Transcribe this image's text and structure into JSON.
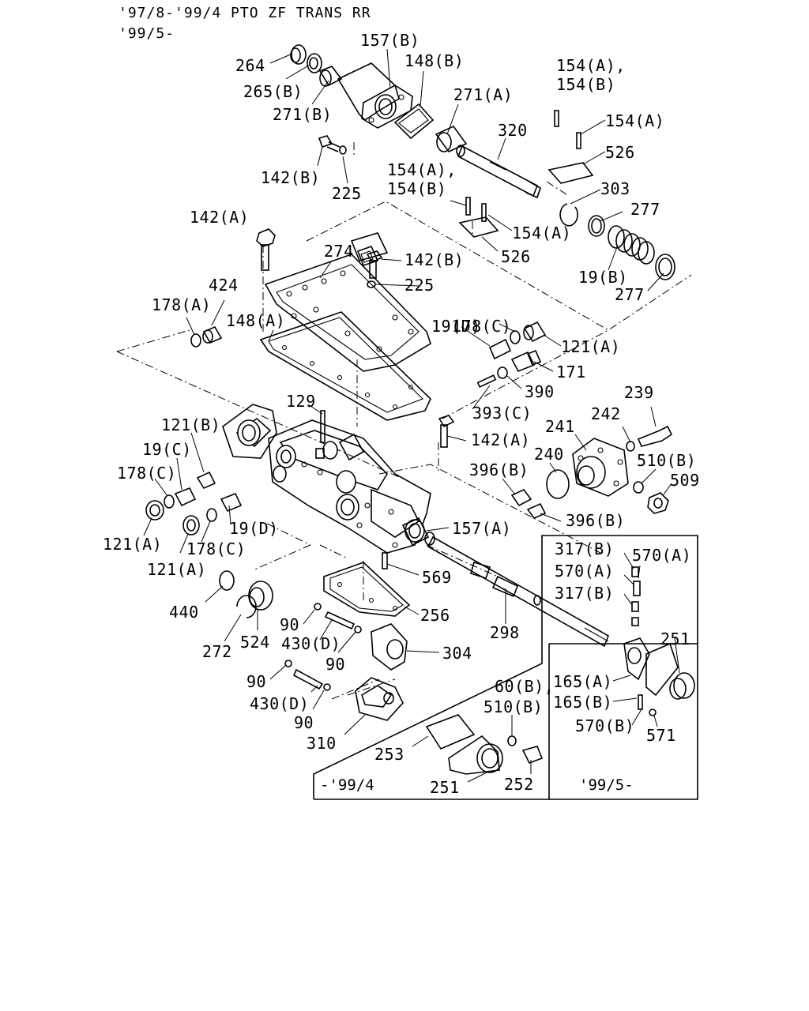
{
  "header": {
    "line1": "'97/8-'99/4 PTO ZF TRANS RR",
    "line2": "'99/5-"
  },
  "variants": {
    "left_box": "-'99/4",
    "right_box": "'99/5-"
  },
  "labels": [
    {
      "id": "264",
      "text": "264"
    },
    {
      "id": "265b",
      "text": "265(B)"
    },
    {
      "id": "271b",
      "text": "271(B)"
    },
    {
      "id": "157b",
      "text": "157(B)"
    },
    {
      "id": "148b",
      "text": "148(B)"
    },
    {
      "id": "271a",
      "text": "271(A)"
    },
    {
      "id": "154ab-top",
      "text": "154(A),"
    },
    {
      "id": "154b-top",
      "text": "154(B)"
    },
    {
      "id": "154a-top",
      "text": "154(A)"
    },
    {
      "id": "320",
      "text": "320"
    },
    {
      "id": "526-top",
      "text": "526"
    },
    {
      "id": "142b-top",
      "text": "142(B)"
    },
    {
      "id": "225-top",
      "text": "225"
    },
    {
      "id": "154ab-mid",
      "text": "154(A),"
    },
    {
      "id": "154b-mid",
      "text": "154(B)"
    },
    {
      "id": "303",
      "text": "303"
    },
    {
      "id": "277-top",
      "text": "277"
    },
    {
      "id": "154a-mid",
      "text": "154(A)"
    },
    {
      "id": "526-mid",
      "text": "526"
    },
    {
      "id": "19b",
      "text": "19(B)"
    },
    {
      "id": "277-bot",
      "text": "277"
    },
    {
      "id": "142a-top",
      "text": "142(A)"
    },
    {
      "id": "274",
      "text": "274"
    },
    {
      "id": "142b-mid",
      "text": "142(B)"
    },
    {
      "id": "225-mid",
      "text": "225"
    },
    {
      "id": "424",
      "text": "424"
    },
    {
      "id": "178a",
      "text": "178(A)"
    },
    {
      "id": "148a",
      "text": "148(A)"
    },
    {
      "id": "178c-top",
      "text": "178(C)"
    },
    {
      "id": "19d-top",
      "text": "19(D)"
    },
    {
      "id": "121a-right",
      "text": "121(A)"
    },
    {
      "id": "171",
      "text": "171"
    },
    {
      "id": "390",
      "text": "390"
    },
    {
      "id": "393c",
      "text": "393(C)"
    },
    {
      "id": "129",
      "text": "129"
    },
    {
      "id": "121b",
      "text": "121(B)"
    },
    {
      "id": "19c",
      "text": "19(C)"
    },
    {
      "id": "178c-left",
      "text": "178(C)"
    },
    {
      "id": "142a-mid",
      "text": "142(A)"
    },
    {
      "id": "239",
      "text": "239"
    },
    {
      "id": "242",
      "text": "242"
    },
    {
      "id": "241",
      "text": "241"
    },
    {
      "id": "240",
      "text": "240"
    },
    {
      "id": "510b-right",
      "text": "510(B)"
    },
    {
      "id": "509",
      "text": "509"
    },
    {
      "id": "396b-top",
      "text": "396(B)"
    },
    {
      "id": "396b-bot",
      "text": "396(B)"
    },
    {
      "id": "157a",
      "text": "157(A)"
    },
    {
      "id": "121a-left",
      "text": "121(A)"
    },
    {
      "id": "19d-bot",
      "text": "19(D)"
    },
    {
      "id": "178c-bot",
      "text": "178(C)"
    },
    {
      "id": "121a-bot",
      "text": "121(A)"
    },
    {
      "id": "569",
      "text": "569"
    },
    {
      "id": "317b-1",
      "text": "317(B)"
    },
    {
      "id": "570a-1",
      "text": "570(A)"
    },
    {
      "id": "570a-2",
      "text": "570(A)"
    },
    {
      "id": "317b-2",
      "text": "317(B)"
    },
    {
      "id": "440",
      "text": "440"
    },
    {
      "id": "256",
      "text": "256"
    },
    {
      "id": "90-1",
      "text": "90"
    },
    {
      "id": "272",
      "text": "272"
    },
    {
      "id": "524",
      "text": "524"
    },
    {
      "id": "430d-top",
      "text": "430(D)"
    },
    {
      "id": "90-2",
      "text": "90"
    },
    {
      "id": "298",
      "text": "298"
    },
    {
      "id": "304",
      "text": "304"
    },
    {
      "id": "251-right",
      "text": "251"
    },
    {
      "id": "90-3",
      "text": "90"
    },
    {
      "id": "430d-bot",
      "text": "430(D)"
    },
    {
      "id": "90-4",
      "text": "90"
    },
    {
      "id": "60b",
      "text": "60(B),"
    },
    {
      "id": "510b-bot",
      "text": "510(B)"
    },
    {
      "id": "165a",
      "text": "165(A)"
    },
    {
      "id": "165b",
      "text": "165(B)"
    },
    {
      "id": "570b",
      "text": "570(B)"
    },
    {
      "id": "571",
      "text": "571"
    },
    {
      "id": "310",
      "text": "310"
    },
    {
      "id": "253",
      "text": "253"
    },
    {
      "id": "251-bot",
      "text": "251"
    },
    {
      "id": "252",
      "text": "252"
    }
  ]
}
